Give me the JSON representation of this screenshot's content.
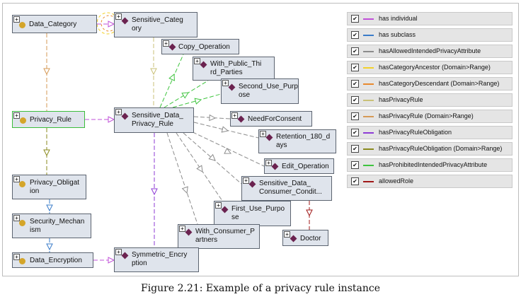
{
  "nodes": {
    "data_category": {
      "label": "Data_Category",
      "kind": "class"
    },
    "sensitive_category": {
      "label": "Sensitive_Categ\nory",
      "kind": "individual"
    },
    "copy_operation": {
      "label": "Copy_Operation",
      "kind": "individual"
    },
    "with_public_third_parties": {
      "label": "With_Public_Thi\nrd_Parties",
      "kind": "individual"
    },
    "second_use_purpose": {
      "label": "Second_Use_Purp\nose",
      "kind": "individual"
    },
    "privacy_rule": {
      "label": "Privacy_Rule",
      "kind": "class"
    },
    "sensitive_data_privacy_rule": {
      "label": "Sensitive_Data_\nPrivacy_Rule",
      "kind": "individual"
    },
    "need_for_consent": {
      "label": "NeedForConsent",
      "kind": "individual"
    },
    "retention_180_days": {
      "label": "Retention_180_d\nays",
      "kind": "individual"
    },
    "edit_operation": {
      "label": "Edit_Operation",
      "kind": "individual"
    },
    "sensitive_data_consumer_condit": {
      "label": "Sensitive_Data_\nConsumer_Condit...",
      "kind": "individual"
    },
    "first_use_purpose": {
      "label": "First_Use_Purpo\nse",
      "kind": "individual"
    },
    "privacy_obligation": {
      "label": "Privacy_Obligat\nion",
      "kind": "class"
    },
    "with_consumer_partners": {
      "label": "With_Consumer_P\nartners",
      "kind": "individual"
    },
    "doctor": {
      "label": "Doctor",
      "kind": "individual"
    },
    "security_mechanism": {
      "label": "Security_Mechan\nism",
      "kind": "class"
    },
    "data_encryption": {
      "label": "Data_Encryption",
      "kind": "class"
    },
    "symmetric_encryption": {
      "label": "Symmetric_Encry\nption",
      "kind": "individual"
    }
  },
  "legend": [
    {
      "label": "has individual",
      "color": "#c050d8"
    },
    {
      "label": "has subclass",
      "color": "#3a7cc9"
    },
    {
      "label": "hasAllowedIntendedPrivacyAttribute",
      "color": "#8c8c8c"
    },
    {
      "label": "hasCategoryAncestor (Domain>Range)",
      "color": "#f2d12a"
    },
    {
      "label": "hasCategoryDescendant (Domain>Range)",
      "color": "#e88a2e"
    },
    {
      "label": "hasPrivacyRule",
      "color": "#c9c178"
    },
    {
      "label": "hasPrivacyRule (Domain>Range)",
      "color": "#d69a55"
    },
    {
      "label": "hasPrivacyRuleObligation",
      "color": "#8e3bd6"
    },
    {
      "label": "hasPrivacyRuleObligation (Domain>Range)",
      "color": "#8a8a1e"
    },
    {
      "label": "hasProhibitedIntendedPrivacyAttribute",
      "color": "#3ec43e"
    },
    {
      "label": "allowedRole",
      "color": "#a01818"
    }
  ],
  "caption": "Figure 2.21: Example of a privacy rule instance"
}
